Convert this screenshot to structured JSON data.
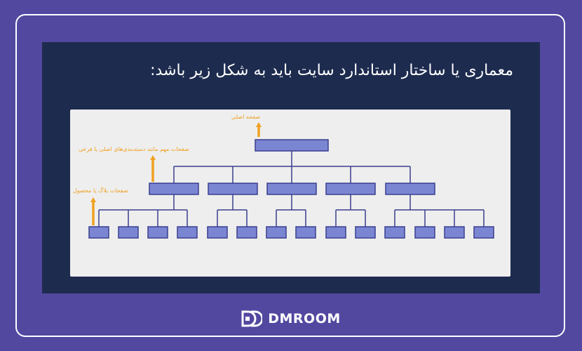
{
  "title": "معماری یا ساختار استاندارد سایت باید به شکل زیر باشد:",
  "labels": {
    "home": "صفحه اصلی",
    "categories": "صفحات مهم مانند دسته‌بندی‌های اصلی یا فرعی",
    "products": "صفحات بلاگ یا محصول"
  },
  "brand": {
    "name": "DMROOM",
    "logo_icon": "dmroom-logo-icon"
  },
  "colors": {
    "background": "#5248a0",
    "card": "#1d2b4f",
    "panel": "#eeeeee",
    "box_fill": "#7b86d3",
    "box_stroke": "#3a3f8f",
    "arrow": "#f0a020"
  },
  "hierarchy": {
    "root": "home",
    "level2_count": 5,
    "leaf_counts": [
      4,
      2,
      2,
      2,
      4
    ]
  }
}
